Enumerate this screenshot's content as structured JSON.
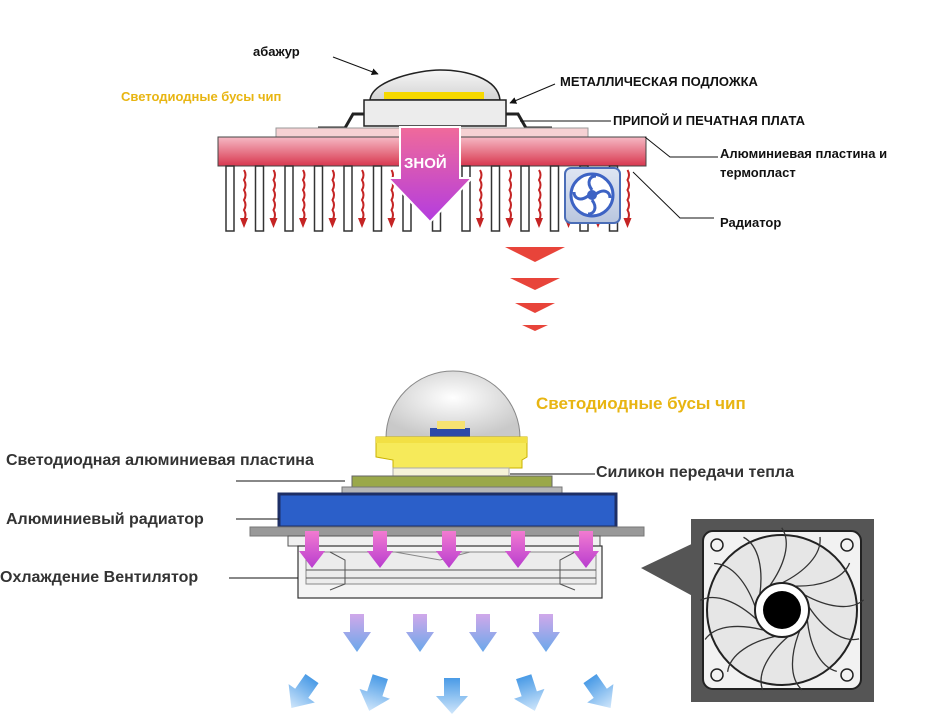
{
  "top": {
    "shade_label": "абажур",
    "chip_label": "Светодиодные бусы чип",
    "metal_substrate_label": "МЕТАЛЛИЧЕСКАЯ ПОДЛОЖКА",
    "solder_pcb_label": "ПРИПОЙ И ПЕЧАТНАЯ ПЛАТА",
    "aluminum_plate_line1": "Алюминиевая пластина и",
    "aluminum_plate_line2": "термопласт",
    "radiator_label": "Радиатор",
    "heat_label": "ЗНОЙ"
  },
  "bottom": {
    "chip_label": "Светодиодные бусы чип",
    "led_plate_label": "Светодиодная алюминиевая пластина",
    "silicone_label": "Силикон передачи тепла",
    "aluminum_radiator_label": "Алюминиевый радиатор",
    "cooling_fan_label": "Охлаждение Вентилятор"
  },
  "colors": {
    "chip_gold": "#e8b512",
    "heat_red": "#e8443a",
    "heat_magenta": "#c43adc",
    "radiator_blue": "#2b5fc9",
    "airflow_blue": "#5aa8e8"
  }
}
